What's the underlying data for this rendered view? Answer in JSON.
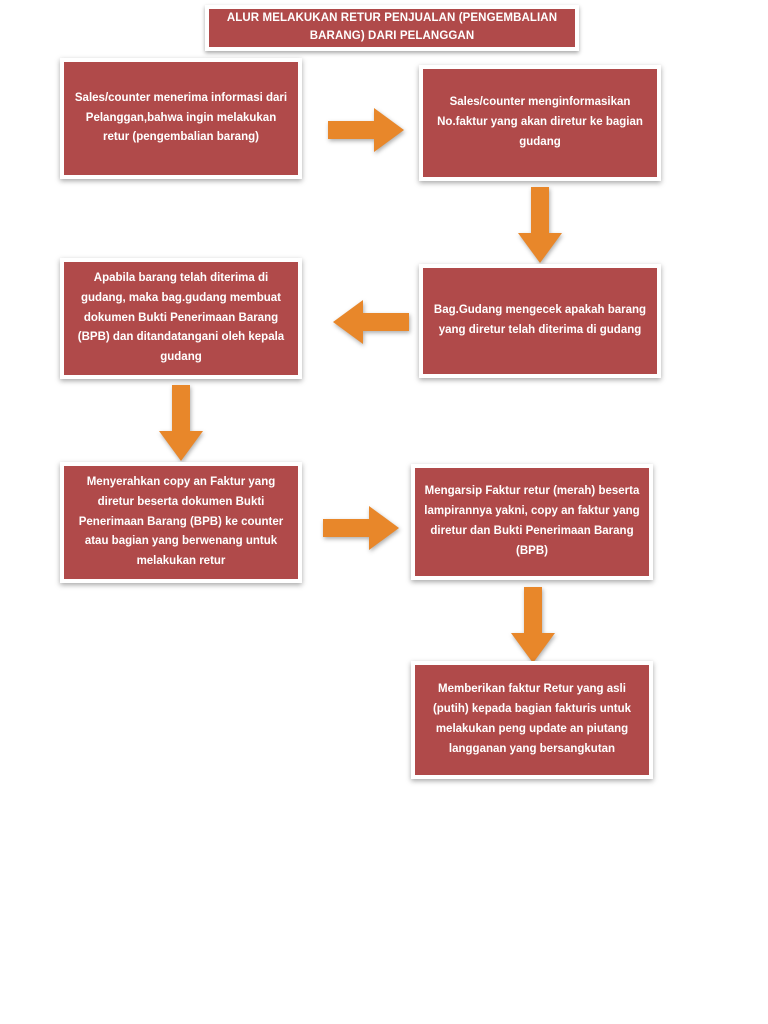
{
  "document": {
    "type": "flowchart",
    "language": "id",
    "title": "ALUR MELAKUKAN RETUR PENJUALAN (PENGEMBALIAN BARANG) DARI PELANGGAN"
  },
  "colors": {
    "box_fill": "#b04a4a",
    "box_border": "#ffffff",
    "box_text": "#ffffff",
    "arrow_fill": "#e8872a",
    "page_background": "#ffffff"
  },
  "banner": {
    "label": "ALUR MELAKUKAN RETUR PENJUALAN (PENGEMBALIAN BARANG) DARI PELANGGAN"
  },
  "nodes": [
    {
      "id": "node-1",
      "name": "sales-counter-menerima-informasi",
      "label": "Sales/counter menerima informasi dari Pelanggan,bahwa ingin melakukan retur (pengembalian barang)"
    },
    {
      "id": "node-2",
      "name": "sales-counter-menginformasikan-no-faktur",
      "label": "Sales/counter menginformasikan No.faktur yang akan diretur ke bagian gudang"
    },
    {
      "id": "node-3",
      "name": "bag-gudang-mengecek-barang",
      "label": "Bag.Gudang mengecek apakah barang yang diretur telah diterima di gudang"
    },
    {
      "id": "node-4",
      "name": "bag-gudang-membuat-bpb",
      "label": "Apabila barang telah diterima di gudang, maka bag.gudang membuat dokumen Bukti Penerimaan Barang (BPB) dan ditandatangani oleh kepala gudang"
    },
    {
      "id": "node-5",
      "name": "menyerahkan-copy-faktur-dan-bpb",
      "label": "Menyerahkan copy an Faktur yang diretur beserta dokumen Bukti Penerimaan Barang (BPB) ke counter atau bagian yang berwenang untuk melakukan retur"
    },
    {
      "id": "node-6",
      "name": "mengarsip-faktur-retur-merah",
      "label": "Mengarsip Faktur retur (merah) beserta lampirannya yakni, copy an faktur yang diretur dan Bukti Penerimaan Barang (BPB)"
    },
    {
      "id": "node-7",
      "name": "memberikan-faktur-retur-asli-ke-fakturis",
      "label": "Memberikan faktur Retur yang asli (putih) kepada bagian fakturis untuk melakukan peng update an piutang langganan yang bersangkutan"
    }
  ],
  "connectors": [
    {
      "id": "arrow-1",
      "name": "arrow-node1-to-node2",
      "direction": "right"
    },
    {
      "id": "arrow-2",
      "name": "arrow-node2-to-node3",
      "direction": "down"
    },
    {
      "id": "arrow-3",
      "name": "arrow-node3-to-node4",
      "direction": "left"
    },
    {
      "id": "arrow-4",
      "name": "arrow-node4-to-node5",
      "direction": "down"
    },
    {
      "id": "arrow-5",
      "name": "arrow-node5-to-node6",
      "direction": "right"
    },
    {
      "id": "arrow-6",
      "name": "arrow-node6-to-node7",
      "direction": "down"
    }
  ]
}
